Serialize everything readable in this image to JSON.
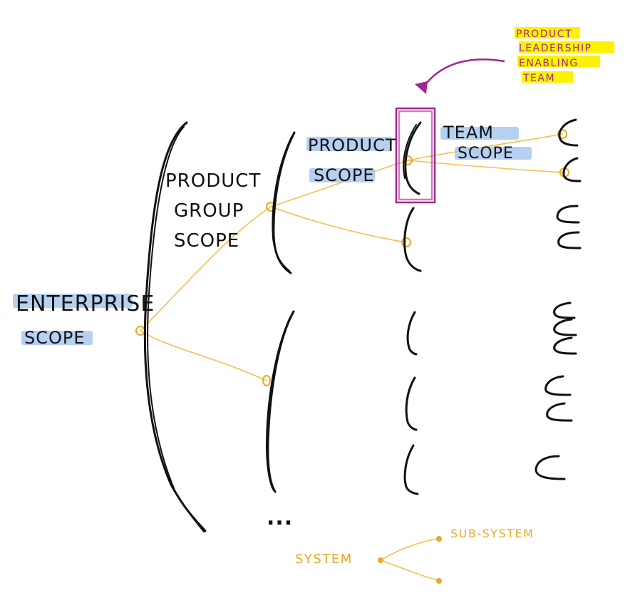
{
  "labels": {
    "enterprise_line1": "ENTERPRISE",
    "enterprise_line2": "SCOPE",
    "product_group_line1": "PRODUCT",
    "product_group_line2": "GROUP",
    "product_group_line3": "SCOPE",
    "product_line1": "PRODUCT",
    "product_line2": "SCOPE",
    "team_line1": "TEAM",
    "team_line2": "SCOPE",
    "ellipsis": "..."
  },
  "annotation": {
    "line1": "PRODUCT",
    "line2": "LEADERSHIP",
    "line3": "ENABLING",
    "line4": "TEAM"
  },
  "legend": {
    "system": "SYSTEM",
    "sub_system": "SUB-SYSTEM"
  },
  "colors": {
    "ink": "#111111",
    "connector": "#f2c14e",
    "highlight_blue": "#a9c8ef",
    "highlight_yellow": "#fff200",
    "annotation": "#a0288c"
  }
}
